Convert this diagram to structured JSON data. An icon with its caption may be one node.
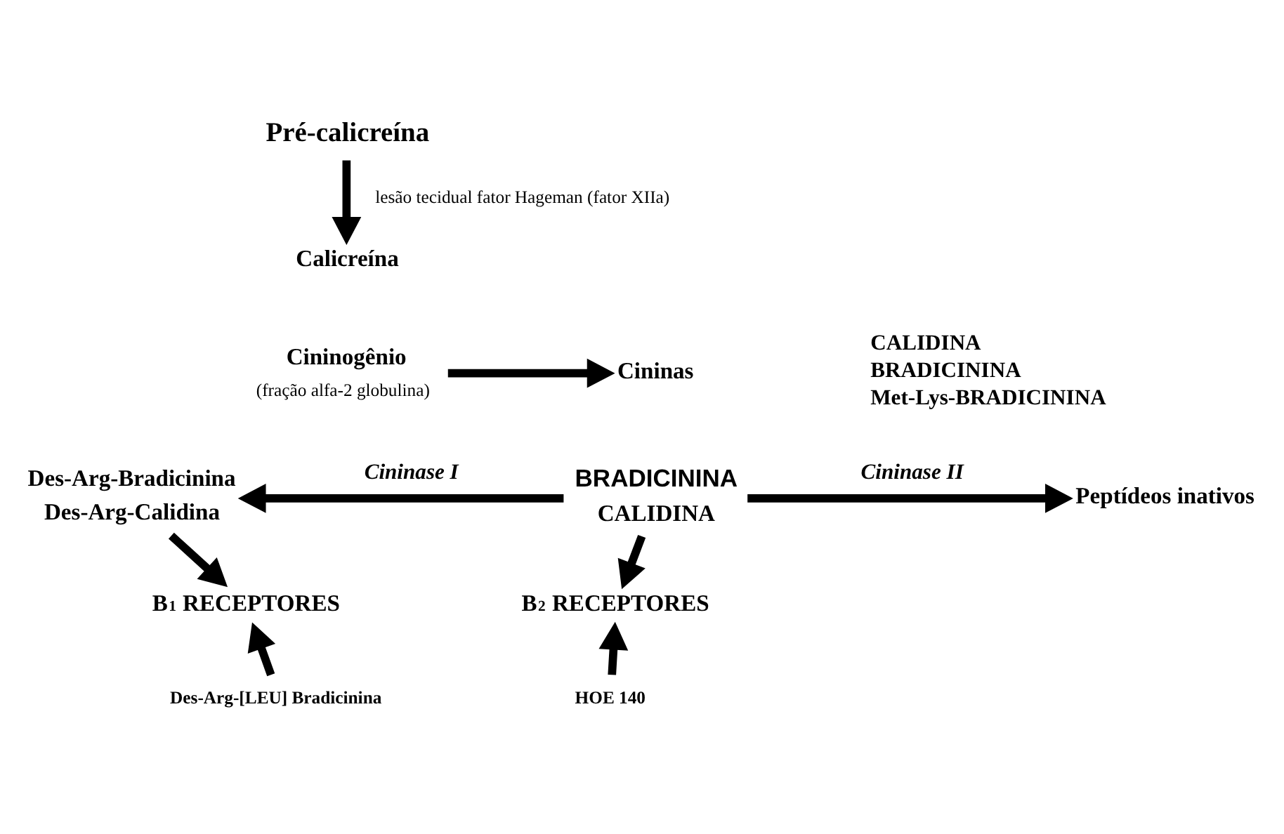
{
  "diagram": {
    "nodes": [
      {
        "text": [
          "Pré-calicreína"
        ]
      },
      {
        "text": [
          "Calicreína"
        ]
      },
      {
        "text": [
          "Cininogênio",
          "(fração alfa-2 globulina)"
        ]
      },
      {
        "text": [
          "Cininas"
        ]
      },
      {
        "text": [
          "Des-Arg-Bradicinina",
          "Des-Arg-Calidina"
        ]
      },
      {
        "text": [
          "BRADICININA",
          "CALIDINA"
        ]
      },
      {
        "text": [
          "Peptídeos inativos"
        ]
      },
      {
        "text": [
          "B$_{1}$ RECEPTORES"
        ]
      },
      {
        "text": [
          "B$_{2}$ RECEPTORES"
        ]
      },
      {
        "text": [
          "Des-Arg-[LEU] Bradicinina"
        ]
      },
      {
        "text": [
          "HOE 140"
        ]
      }
    ],
    "edges": [
      {
        "from": 0,
        "to": 1,
        "arrow": "to",
        "label": "lesão tecidual fator Hageman (fator XIIa)"
      },
      {
        "from": 2,
        "to": 3,
        "arrow": "to"
      },
      {
        "from": 5,
        "to": 4,
        "arrow": "to",
        "label": "Cininase I"
      },
      {
        "from": 5,
        "to": 6,
        "arrow": "to",
        "label": "Cininase II"
      },
      {
        "from": 4,
        "to": 7,
        "arrow": "to"
      },
      {
        "from": 5,
        "to": 8,
        "arrow": "to"
      },
      {
        "from": 9,
        "to": 7,
        "arrow": "to"
      },
      {
        "from": 10,
        "to": 8,
        "arrow": "to"
      }
    ],
    "labels": [
      "CALIDINA",
      "BRADICININA",
      "Met-Lys-BRADICININA"
    ]
  }
}
